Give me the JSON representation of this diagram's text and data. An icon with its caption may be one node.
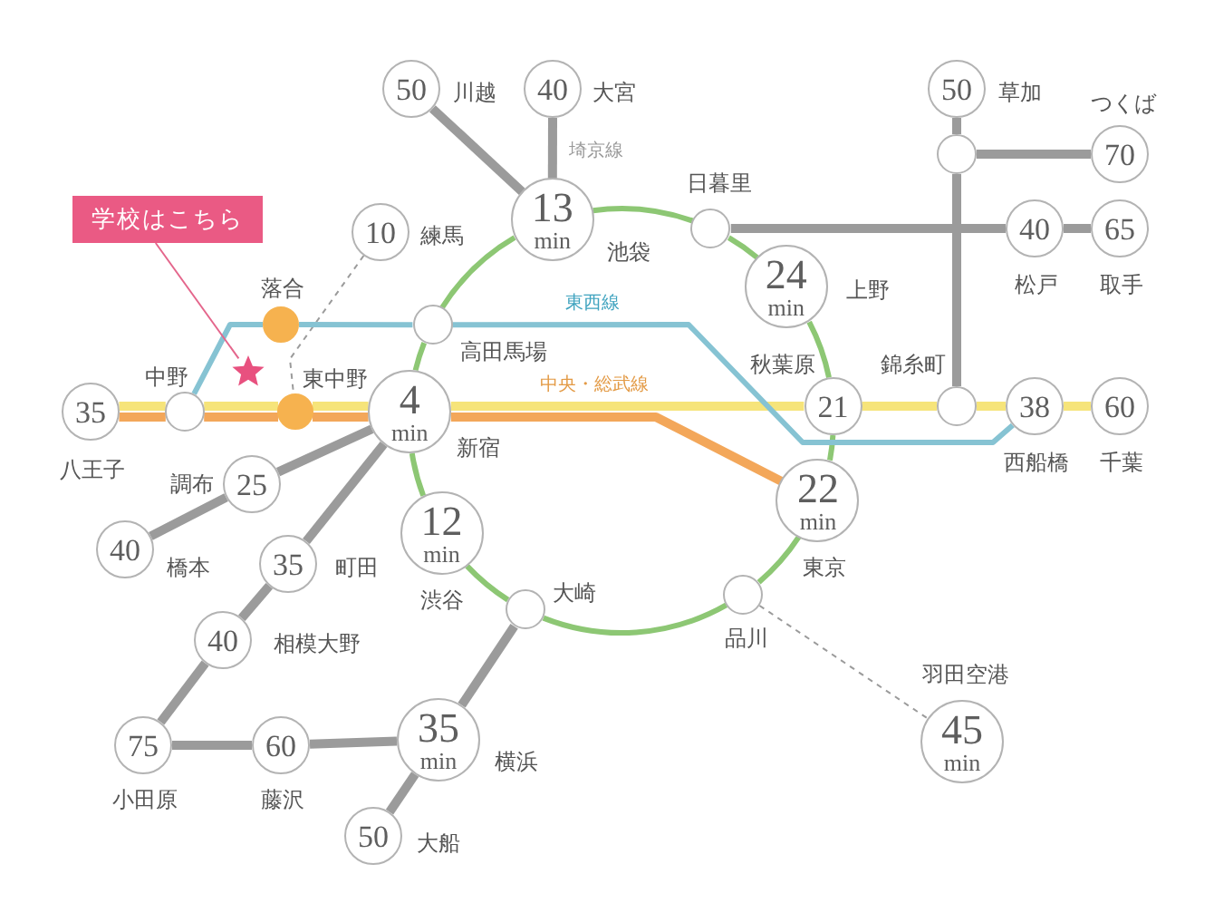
{
  "diagram": {
    "nodes": [
      {
        "text": [
          "50"
        ],
        "beside": [
          "川越"
        ]
      },
      {
        "text": [
          "40"
        ],
        "beside": [
          "大宮"
        ]
      },
      {
        "text": [
          "50"
        ],
        "beside": [
          "草加"
        ]
      },
      {
        "text": [
          "70"
        ],
        "beside": [
          "つくば"
        ]
      },
      {
        "text": [],
        "shape": "circle"
      },
      {
        "text": [
          "学校はこちら"
        ]
      },
      {
        "text": [
          "10"
        ],
        "beside": [
          "練馬"
        ]
      },
      {
        "text": [
          "13",
          "min"
        ],
        "beside": [
          "池袋"
        ]
      },
      {
        "text": [],
        "shape": "circle",
        "beside": [
          "日暮里"
        ]
      },
      {
        "text": [
          "40"
        ],
        "beside": [
          "松戸"
        ]
      },
      {
        "text": [
          "65"
        ],
        "beside": [
          "取手"
        ]
      },
      {
        "text": [
          "24",
          "min"
        ],
        "beside": [
          "上野"
        ]
      },
      {
        "text": [],
        "shape": "circle",
        "beside": [
          "落合"
        ]
      },
      {
        "text": [],
        "shape": "circle",
        "beside": [
          "高田馬場"
        ]
      },
      {
        "text": [],
        "shape": "star"
      },
      {
        "text": [
          "21"
        ],
        "beside": [
          "秋葉原"
        ]
      },
      {
        "text": [],
        "shape": "circle",
        "beside": [
          "錦糸町"
        ]
      },
      {
        "text": [
          "38"
        ],
        "beside": [
          "西船橋"
        ]
      },
      {
        "text": [
          "60"
        ],
        "beside": [
          "千葉"
        ]
      },
      {
        "text": [
          "35"
        ],
        "beside": [
          "八王子"
        ]
      },
      {
        "text": [],
        "shape": "circle",
        "beside": [
          "中野"
        ]
      },
      {
        "text": [],
        "shape": "circle",
        "beside": [
          "東中野"
        ]
      },
      {
        "text": [
          "4",
          "min"
        ],
        "beside": [
          "新宿"
        ]
      },
      {
        "text": [
          "25"
        ],
        "beside": [
          "調布"
        ]
      },
      {
        "text": [
          "22",
          "min"
        ],
        "beside": [
          "東京"
        ]
      },
      {
        "text": [
          "40"
        ],
        "beside": [
          "橋本"
        ]
      },
      {
        "text": [
          "12",
          "min"
        ],
        "beside": [
          "渋谷"
        ]
      },
      {
        "text": [
          "35"
        ],
        "beside": [
          "町田"
        ]
      },
      {
        "text": [],
        "shape": "circle",
        "beside": [
          "品川"
        ]
      },
      {
        "text": [],
        "shape": "circle",
        "beside": [
          "大崎"
        ]
      },
      {
        "text": [
          "40"
        ],
        "beside": [
          "相模大野"
        ]
      },
      {
        "text": [
          "45",
          "min"
        ],
        "beside": [
          "羽田空港"
        ]
      },
      {
        "text": [
          "35",
          "min"
        ],
        "beside": [
          "横浜"
        ]
      },
      {
        "text": [
          "75"
        ],
        "beside": [
          "小田原"
        ]
      },
      {
        "text": [
          "60"
        ],
        "beside": [
          "藤沢"
        ]
      },
      {
        "text": [
          "50"
        ],
        "beside": [
          "大船"
        ]
      }
    ],
    "edges": [
      {
        "from": 0,
        "to": 7,
        "arrow": "none"
      },
      {
        "from": 1,
        "to": 7,
        "arrow": "none",
        "label": "埼京線"
      },
      {
        "from": 2,
        "to": 4,
        "arrow": "none"
      },
      {
        "from": 4,
        "to": 3,
        "arrow": "none"
      },
      {
        "from": 4,
        "to": 16,
        "arrow": "none"
      },
      {
        "from": 8,
        "to": 9,
        "arrow": "none"
      },
      {
        "from": 9,
        "to": 10,
        "arrow": "none"
      },
      {
        "from": 22,
        "to": 23,
        "arrow": "none"
      },
      {
        "from": 23,
        "to": 25,
        "arrow": "none"
      },
      {
        "from": 22,
        "to": 27,
        "arrow": "none"
      },
      {
        "from": 27,
        "to": 30,
        "arrow": "none"
      },
      {
        "from": 30,
        "to": 33,
        "arrow": "none"
      },
      {
        "from": 33,
        "to": 34,
        "arrow": "none"
      },
      {
        "from": 34,
        "to": 32,
        "arrow": "none"
      },
      {
        "from": 32,
        "to": 29,
        "arrow": "none"
      },
      {
        "from": 32,
        "to": 35,
        "arrow": "none"
      },
      {
        "from": 6,
        "to": 21,
        "arrow": "none",
        "style": "dashed"
      },
      {
        "from": 28,
        "to": 31,
        "arrow": "none",
        "style": "dashed"
      },
      {
        "from": 7,
        "to": 8,
        "arrow": "none",
        "color": "#8dc774"
      },
      {
        "from": 8,
        "to": 11,
        "arrow": "none",
        "color": "#8dc774"
      },
      {
        "from": 11,
        "to": 15,
        "arrow": "none",
        "color": "#8dc774"
      },
      {
        "from": 15,
        "to": 24,
        "arrow": "none",
        "color": "#8dc774"
      },
      {
        "from": 24,
        "to": 28,
        "arrow": "none",
        "color": "#8dc774"
      },
      {
        "from": 28,
        "to": 29,
        "arrow": "none",
        "color": "#8dc774"
      },
      {
        "from": 29,
        "to": 26,
        "arrow": "none",
        "color": "#8dc774"
      },
      {
        "from": 26,
        "to": 22,
        "arrow": "none",
        "color": "#8dc774"
      },
      {
        "from": 22,
        "to": 13,
        "arrow": "none",
        "color": "#8dc774"
      },
      {
        "from": 13,
        "to": 7,
        "arrow": "none",
        "color": "#8dc774"
      },
      {
        "from": 19,
        "to": 20,
        "arrow": "none",
        "color": "#f6e47a"
      },
      {
        "from": 20,
        "to": 21,
        "arrow": "none",
        "color": "#f6e47a"
      },
      {
        "from": 21,
        "to": 22,
        "arrow": "none",
        "color": "#f6e47a"
      },
      {
        "from": 22,
        "to": 15,
        "arrow": "none",
        "color": "#f6e47a",
        "label": "中央・総武線"
      },
      {
        "from": 15,
        "to": 16,
        "arrow": "none",
        "color": "#f6e47a"
      },
      {
        "from": 16,
        "to": 17,
        "arrow": "none",
        "color": "#f6e47a"
      },
      {
        "from": 17,
        "to": 18,
        "arrow": "none",
        "color": "#f6e47a"
      },
      {
        "from": 19,
        "to": 20,
        "arrow": "none",
        "color": "#f3a75a"
      },
      {
        "from": 20,
        "to": 21,
        "arrow": "none",
        "color": "#f3a75a"
      },
      {
        "from": 21,
        "to": 22,
        "arrow": "none",
        "color": "#f3a75a"
      },
      {
        "from": 22,
        "to": 24,
        "arrow": "none",
        "color": "#f3a75a"
      },
      {
        "from": 20,
        "to": 12,
        "arrow": "none",
        "color": "#86c3d3"
      },
      {
        "from": 12,
        "to": 13,
        "arrow": "none",
        "color": "#86c3d3"
      },
      {
        "from": 13,
        "to": 17,
        "arrow": "none",
        "color": "#86c3d3",
        "label": "東西線"
      },
      {
        "from": 5,
        "to": 14,
        "arrow": "none",
        "color": "#e4668c"
      }
    ]
  }
}
